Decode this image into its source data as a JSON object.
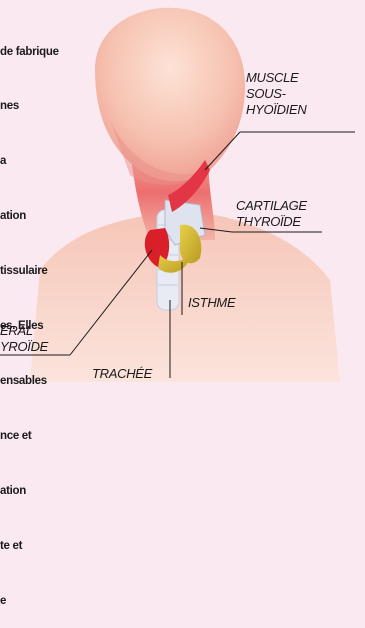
{
  "body_text": [
    "de fabrique",
    "nes",
    "a",
    "ation",
    "tissulaire",
    "es. Elles",
    "ensables",
    "nce et",
    "ation",
    "te et",
    "e"
  ],
  "labels": {
    "muscle": [
      "MUSCLE",
      "SOUS-",
      "HYOÏDIEN"
    ],
    "cartilage": [
      "CARTILAGE",
      "THYROÏDE"
    ],
    "isthme": [
      "ISTHME"
    ],
    "lateral": [
      "ÉRAL",
      "YROÏDE"
    ],
    "trachee": [
      "TRACHÉE"
    ]
  },
  "colors": {
    "background": "#fbe9f2",
    "skin_light": "#f7d2bf",
    "skin_dark": "#ef8f86",
    "neck_red": "#e04e5a",
    "gland_red": "#d81f2a",
    "gland_yellow": "#d9bf3a",
    "trachea": "#e8eaf4"
  }
}
